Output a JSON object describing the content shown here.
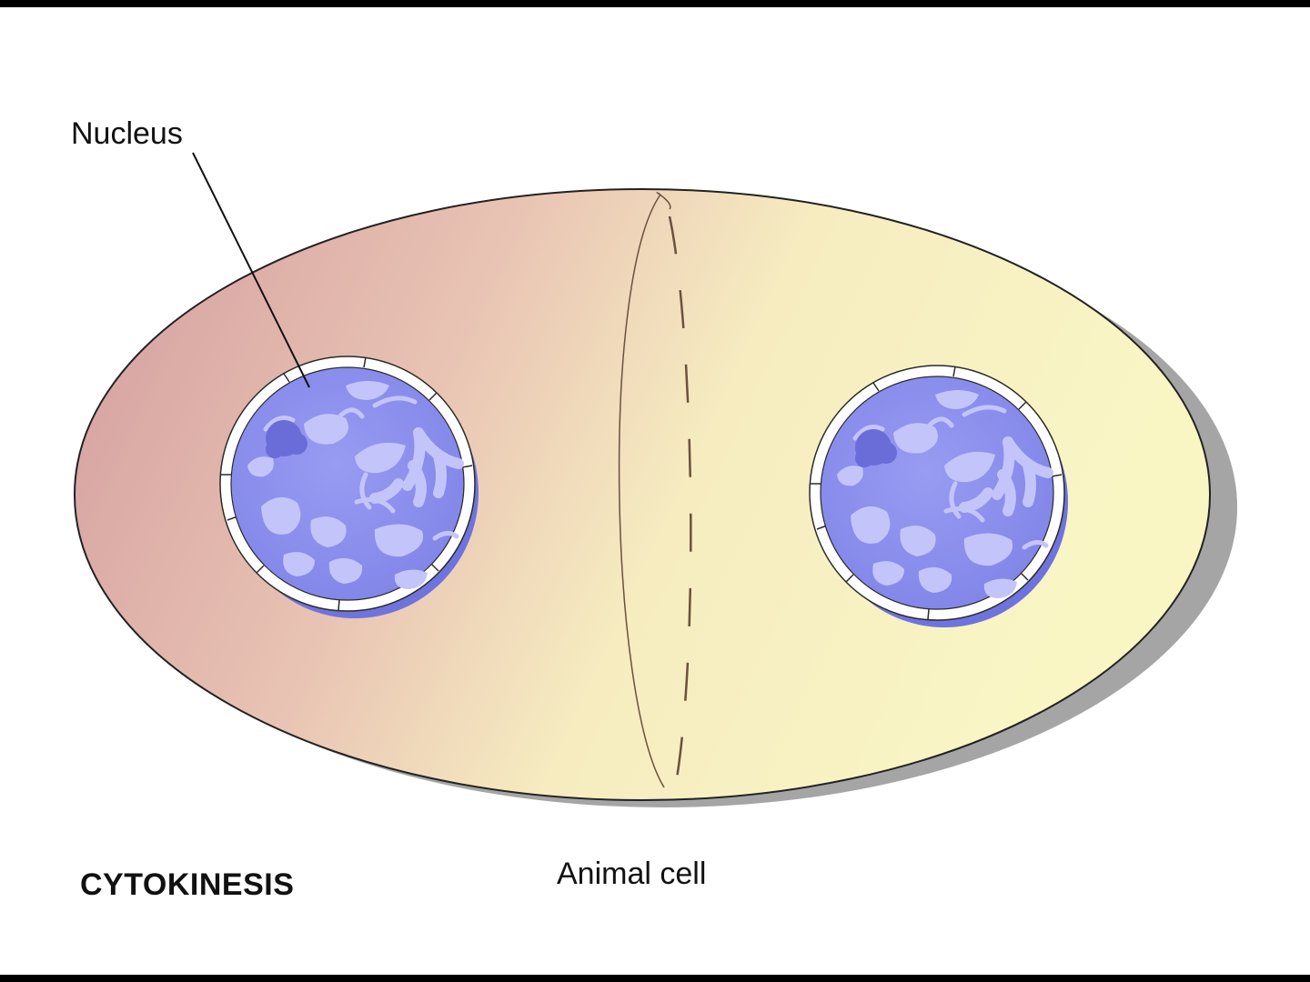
{
  "diagram": {
    "labels": {
      "nucleus": "Nucleus",
      "stage": "CYTOKINESIS",
      "cell_type": "Animal cell"
    },
    "colors": {
      "frame": "#000000",
      "background": "#ffffff",
      "cytoplasm_left": "#d6a4a6",
      "cytoplasm_right": "#f8f2bf",
      "cell_shadow": "#a5a5a5",
      "nucleus_fill": "#8e92ee",
      "nucleus_dark": "#6f73de",
      "chromatin": "#c3c5fa",
      "nucleolus": "#6a6cd8",
      "envelope": "#ffffff",
      "outline": "#2a2a2a",
      "cleavage_furrow": "#6b5040"
    },
    "icons": {
      "nucleus": "cell-nucleus",
      "furrow": "cleavage-furrow-ring"
    }
  }
}
